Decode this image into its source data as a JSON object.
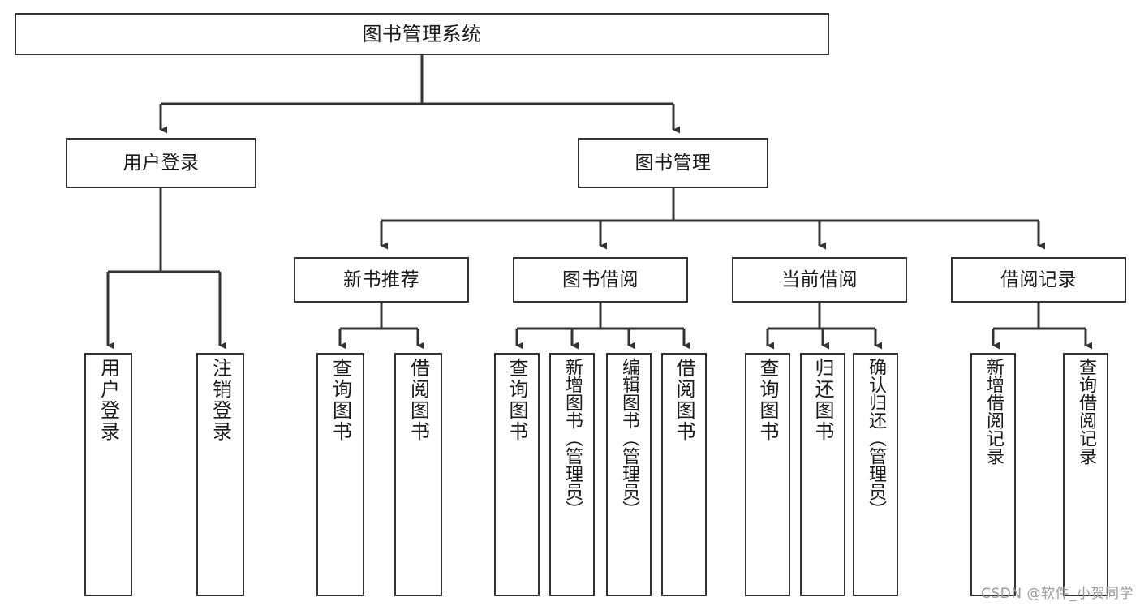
{
  "diagram": {
    "title": "图书管理系统",
    "type": "tree-hierarchy",
    "colors": {
      "stroke": "#333333",
      "fill": "#ffffff",
      "text": "#1a1a1a",
      "watermark": "#9a9a9a"
    },
    "nodes": {
      "root": {
        "label": "图书管理系统"
      },
      "level2": [
        {
          "label": "用户登录"
        },
        {
          "label": "图书管理"
        }
      ],
      "level3": [
        {
          "label": "新书推荐"
        },
        {
          "label": "图书借阅"
        },
        {
          "label": "当前借阅"
        },
        {
          "label": "借阅记录"
        }
      ],
      "leaves_user_login": [
        {
          "label": "用户登录"
        },
        {
          "label": "注销登录"
        }
      ],
      "leaves_new_book": [
        {
          "label": "查询图书"
        },
        {
          "label": "借阅图书"
        }
      ],
      "leaves_borrow": [
        {
          "label": "查询图书"
        },
        {
          "label": "新增图书（管理员）"
        },
        {
          "label": "编辑图书（管理员）"
        },
        {
          "label": "借阅图书"
        }
      ],
      "leaves_current": [
        {
          "label": "查询图书"
        },
        {
          "label": "归还图书"
        },
        {
          "label": "确认归还（管理员）"
        }
      ],
      "leaves_records": [
        {
          "label": "新增借阅记录"
        },
        {
          "label": "查询借阅记录"
        }
      ]
    }
  },
  "watermark": {
    "text": "CSDN @软件_小贺同学"
  }
}
